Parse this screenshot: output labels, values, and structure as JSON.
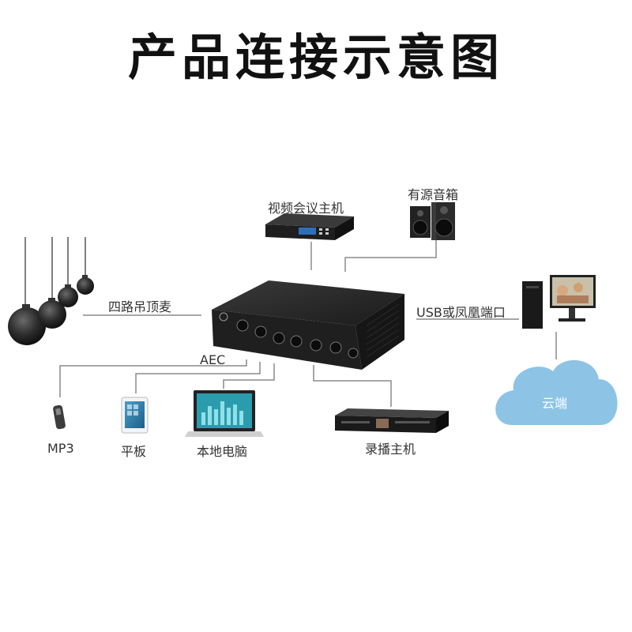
{
  "title": "产品连接示意图",
  "labels": {
    "video_conf_host": "视频会议主机",
    "active_speaker": "有源音箱",
    "ceiling_mics": "四路吊顶麦",
    "usb_phoenix": "USB或凤凰端口",
    "aec": "AEC",
    "cloud": "云端",
    "mp3": "MP3",
    "tablet": "平板",
    "local_pc": "本地电脑",
    "recording_host": "录播主机"
  },
  "colors": {
    "line": "#8a8a8a",
    "cloud": "#8dc4e6",
    "device": "#2a2a2a"
  }
}
